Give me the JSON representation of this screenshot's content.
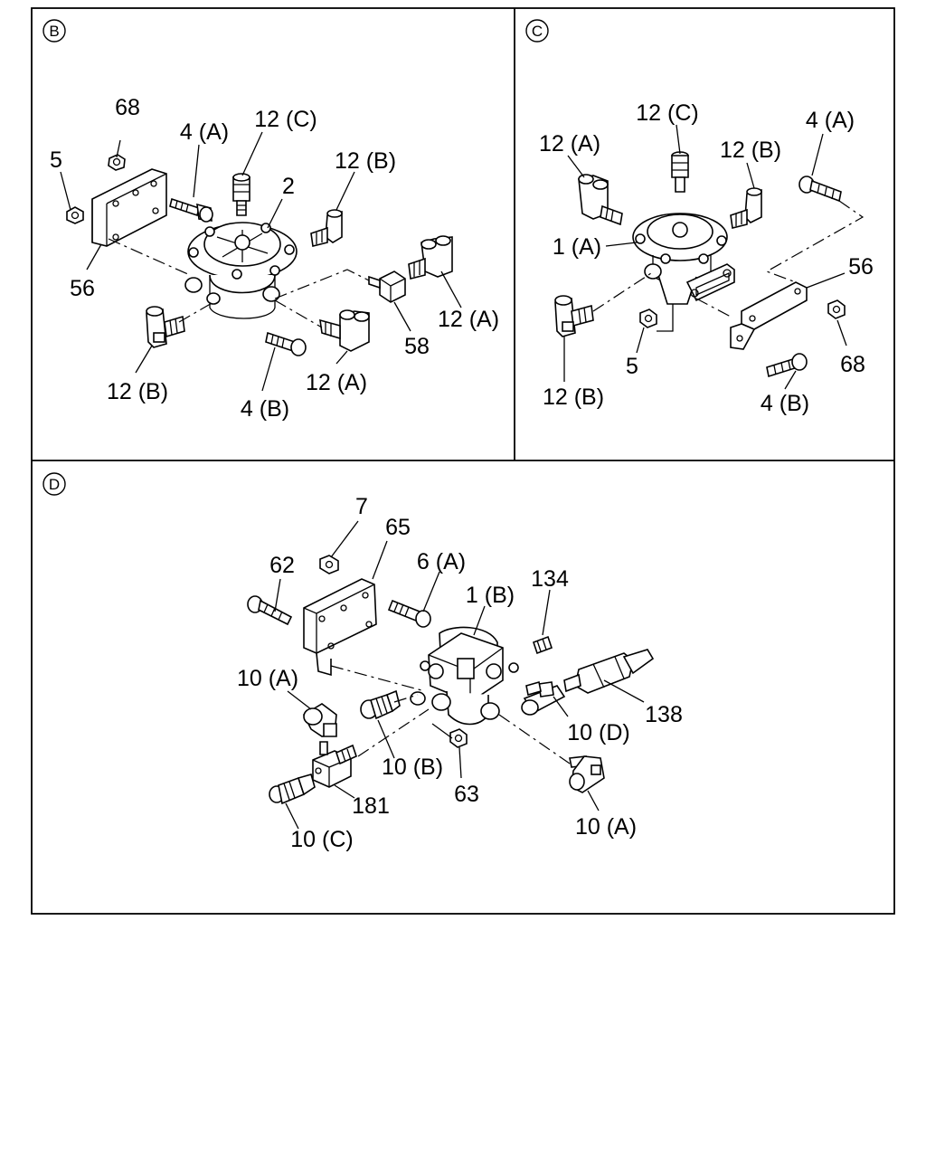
{
  "panels": [
    {
      "id": "B",
      "badge": "B",
      "labels": [
        "68",
        "5",
        "4 (A)",
        "12 (C)",
        "2",
        "12 (B)",
        "56",
        "58",
        "12 (A)",
        "12 (B)",
        "12 (A)",
        "4 (B)"
      ]
    },
    {
      "id": "C",
      "badge": "C",
      "labels": [
        "12 (C)",
        "12 (A)",
        "12 (B)",
        "4 (A)",
        "1 (A)",
        "56",
        "5",
        "68",
        "12 (B)",
        "4 (B)"
      ]
    },
    {
      "id": "D",
      "badge": "D",
      "labels": [
        "7",
        "65",
        "62",
        "6 (A)",
        "1 (B)",
        "134",
        "10 (A)",
        "138",
        "10 (D)",
        "10 (B)",
        "63",
        "181",
        "10 (C)",
        "10 (A)"
      ]
    }
  ]
}
